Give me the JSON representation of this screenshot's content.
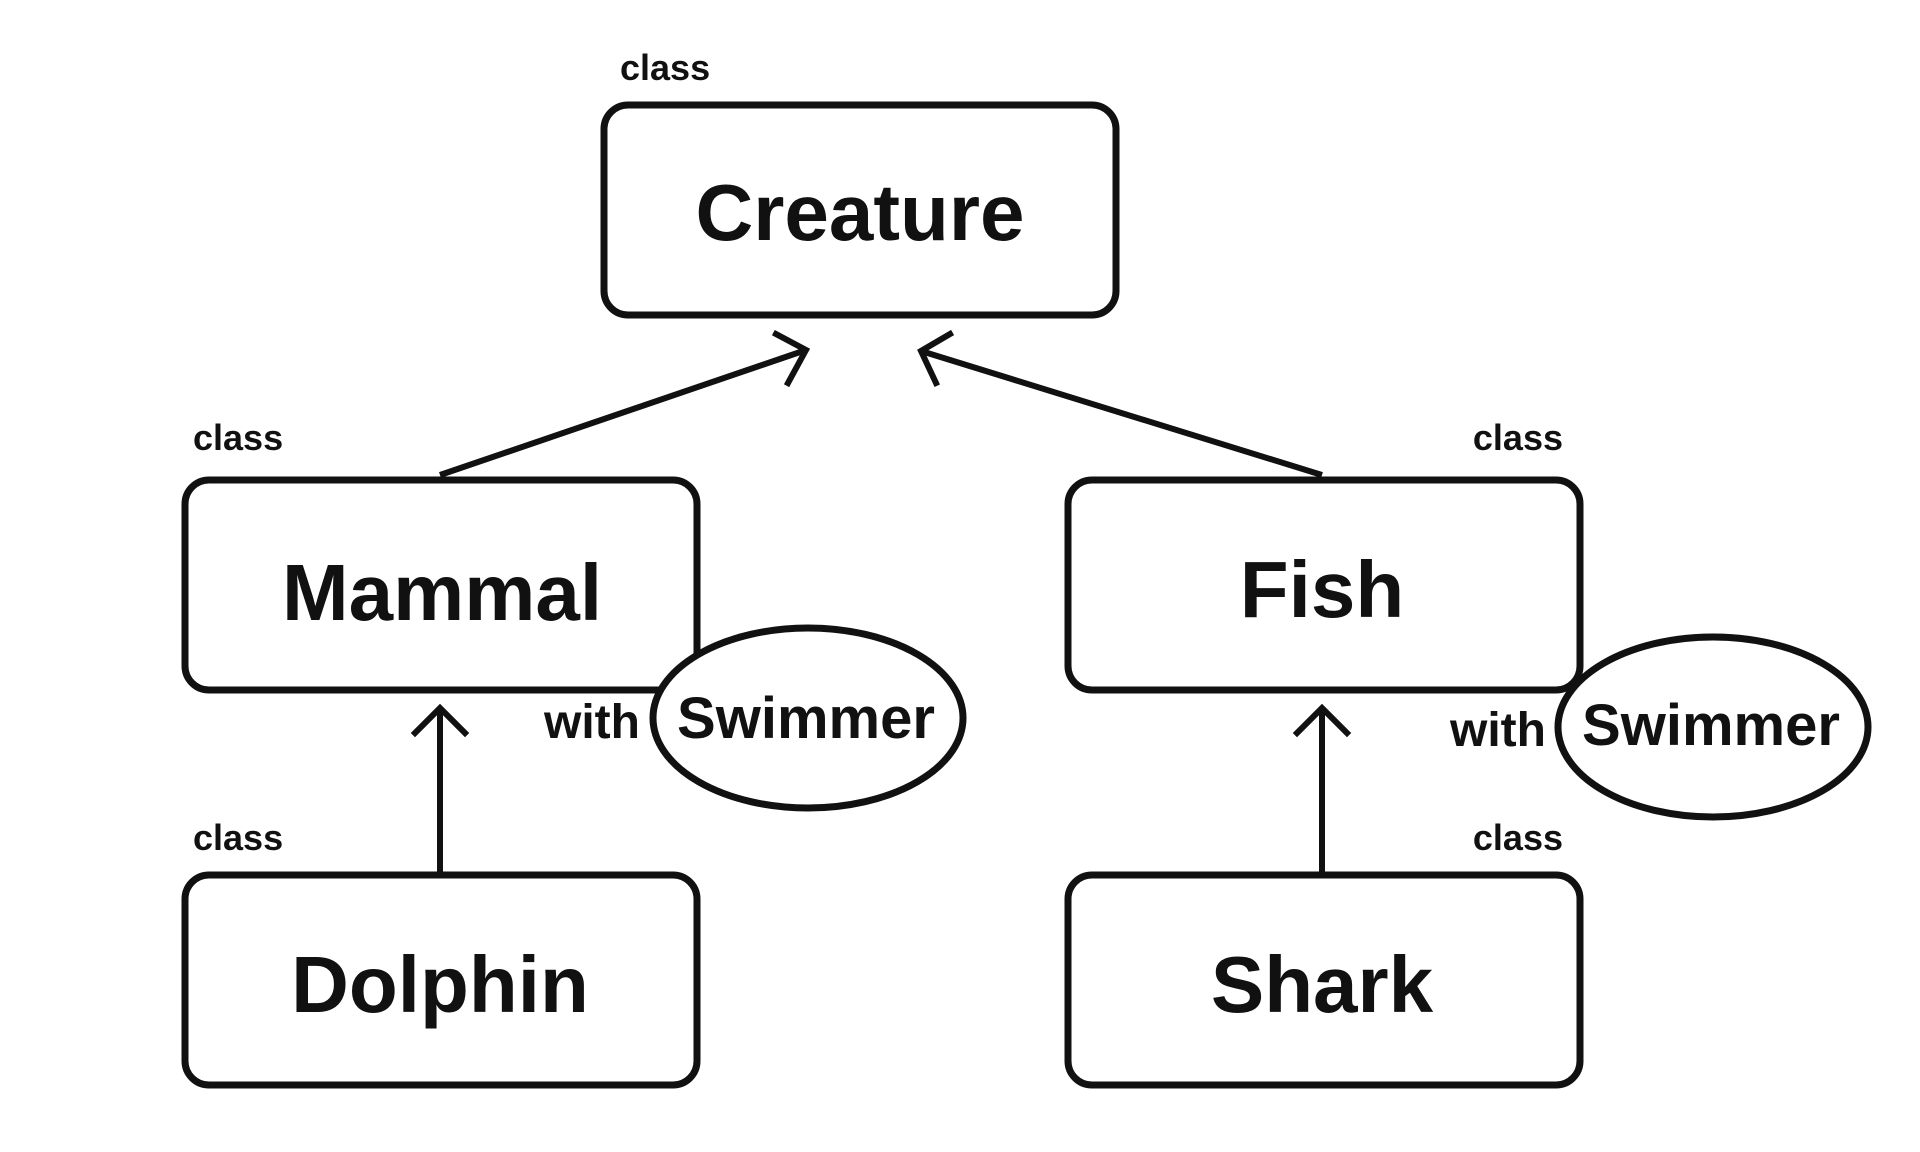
{
  "diagram": {
    "stereotype": "class",
    "with_keyword": "with",
    "classes": {
      "creature": {
        "name": "Creature"
      },
      "mammal": {
        "name": "Mammal",
        "mixin": "Swimmer"
      },
      "fish": {
        "name": "Fish",
        "mixin": "Swimmer"
      },
      "dolphin": {
        "name": "Dolphin"
      },
      "shark": {
        "name": "Shark"
      }
    },
    "inheritance": [
      {
        "from": "Mammal",
        "to": "Creature"
      },
      {
        "from": "Fish",
        "to": "Creature"
      },
      {
        "from": "Dolphin",
        "to": "Mammal"
      },
      {
        "from": "Shark",
        "to": "Fish"
      }
    ]
  }
}
